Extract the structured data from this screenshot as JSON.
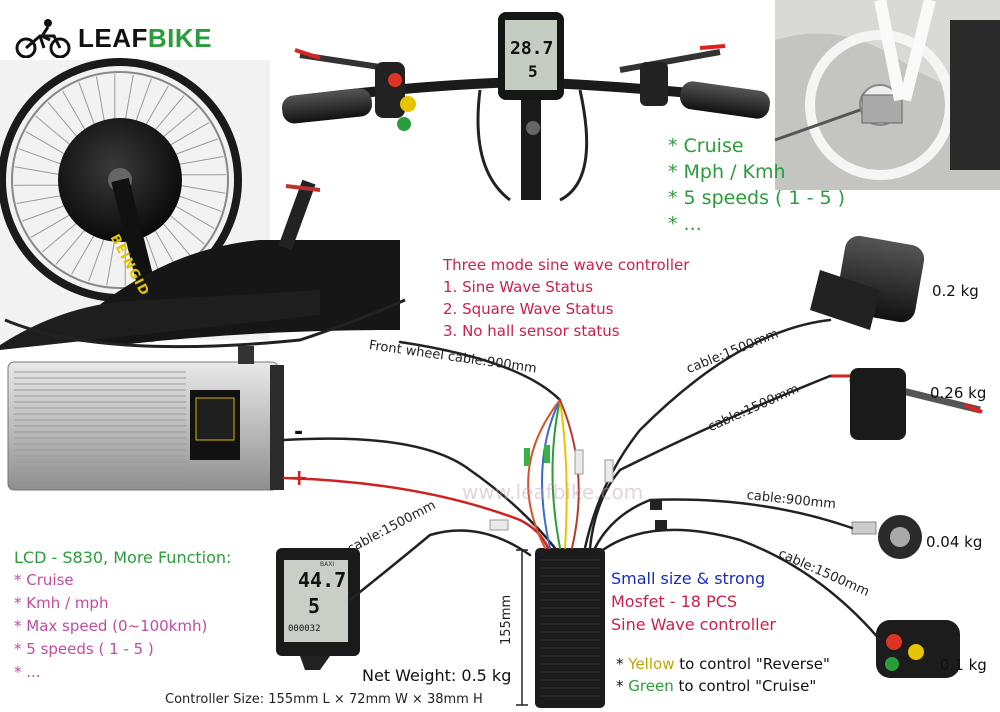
{
  "brand": {
    "name_part1": "LEAF",
    "name_part2": "BIKE",
    "watermark": "www.leafbike.com"
  },
  "motor_label": "BEINGID",
  "lcd_top": {
    "speed": "28.7",
    "mode": "5"
  },
  "lcd_bottom": {
    "brand": "BAXI",
    "speed": "44.7",
    "pas": "5",
    "odo": "000032"
  },
  "display_features": {
    "items": [
      "* Cruise",
      "* Mph / Kmh",
      "* 5 speeds ( 1 - 5 )",
      "* ..."
    ]
  },
  "controller_modes": {
    "title": "Three mode sine wave controller",
    "items": [
      "1. Sine Wave Status",
      "2. Square Wave Status",
      "3. No hall sensor status"
    ]
  },
  "cables": {
    "front_wheel": "Front wheel cable:900mm",
    "throttle": "cable:1500mm",
    "brake": "cable:1500mm",
    "pas": "cable:900mm",
    "switch": "cable:1500mm",
    "lcd": "cable:1500mm"
  },
  "weights": {
    "throttle": "0.2 kg",
    "brake": "0.26 kg",
    "pas": "0.04 kg",
    "switch": "0.1 kg",
    "controller": "Net Weight: 0.5 kg"
  },
  "battery_terminals": {
    "neg": "-",
    "pos": "+"
  },
  "controller": {
    "dimension": "155mm",
    "features": [
      "Small size & strong",
      "Mosfet - 18 PCS",
      "Sine Wave controller"
    ],
    "size": "Controller Size: 155mm L × 72mm W × 38mm H"
  },
  "switch_notes": [
    {
      "star": "* ",
      "color_word": "Yellow",
      "rest": " to control \"Reverse\""
    },
    {
      "star": "* ",
      "color_word": "Green",
      "rest": " to control \"Cruise\""
    }
  ],
  "lcd_info": {
    "title": "LCD - S830, More Function:",
    "items": [
      "* Cruise",
      "* Kmh / mph",
      "* Max speed (0~100kmh)",
      "* 5 speeds ( 1 - 5 )",
      "* ..."
    ]
  },
  "colors": {
    "green": "#2a9d3a",
    "magenta": "#cc1f4a",
    "pink": "#c44aa0",
    "blue": "#1a2bc0",
    "yellow": "#b8a800"
  }
}
